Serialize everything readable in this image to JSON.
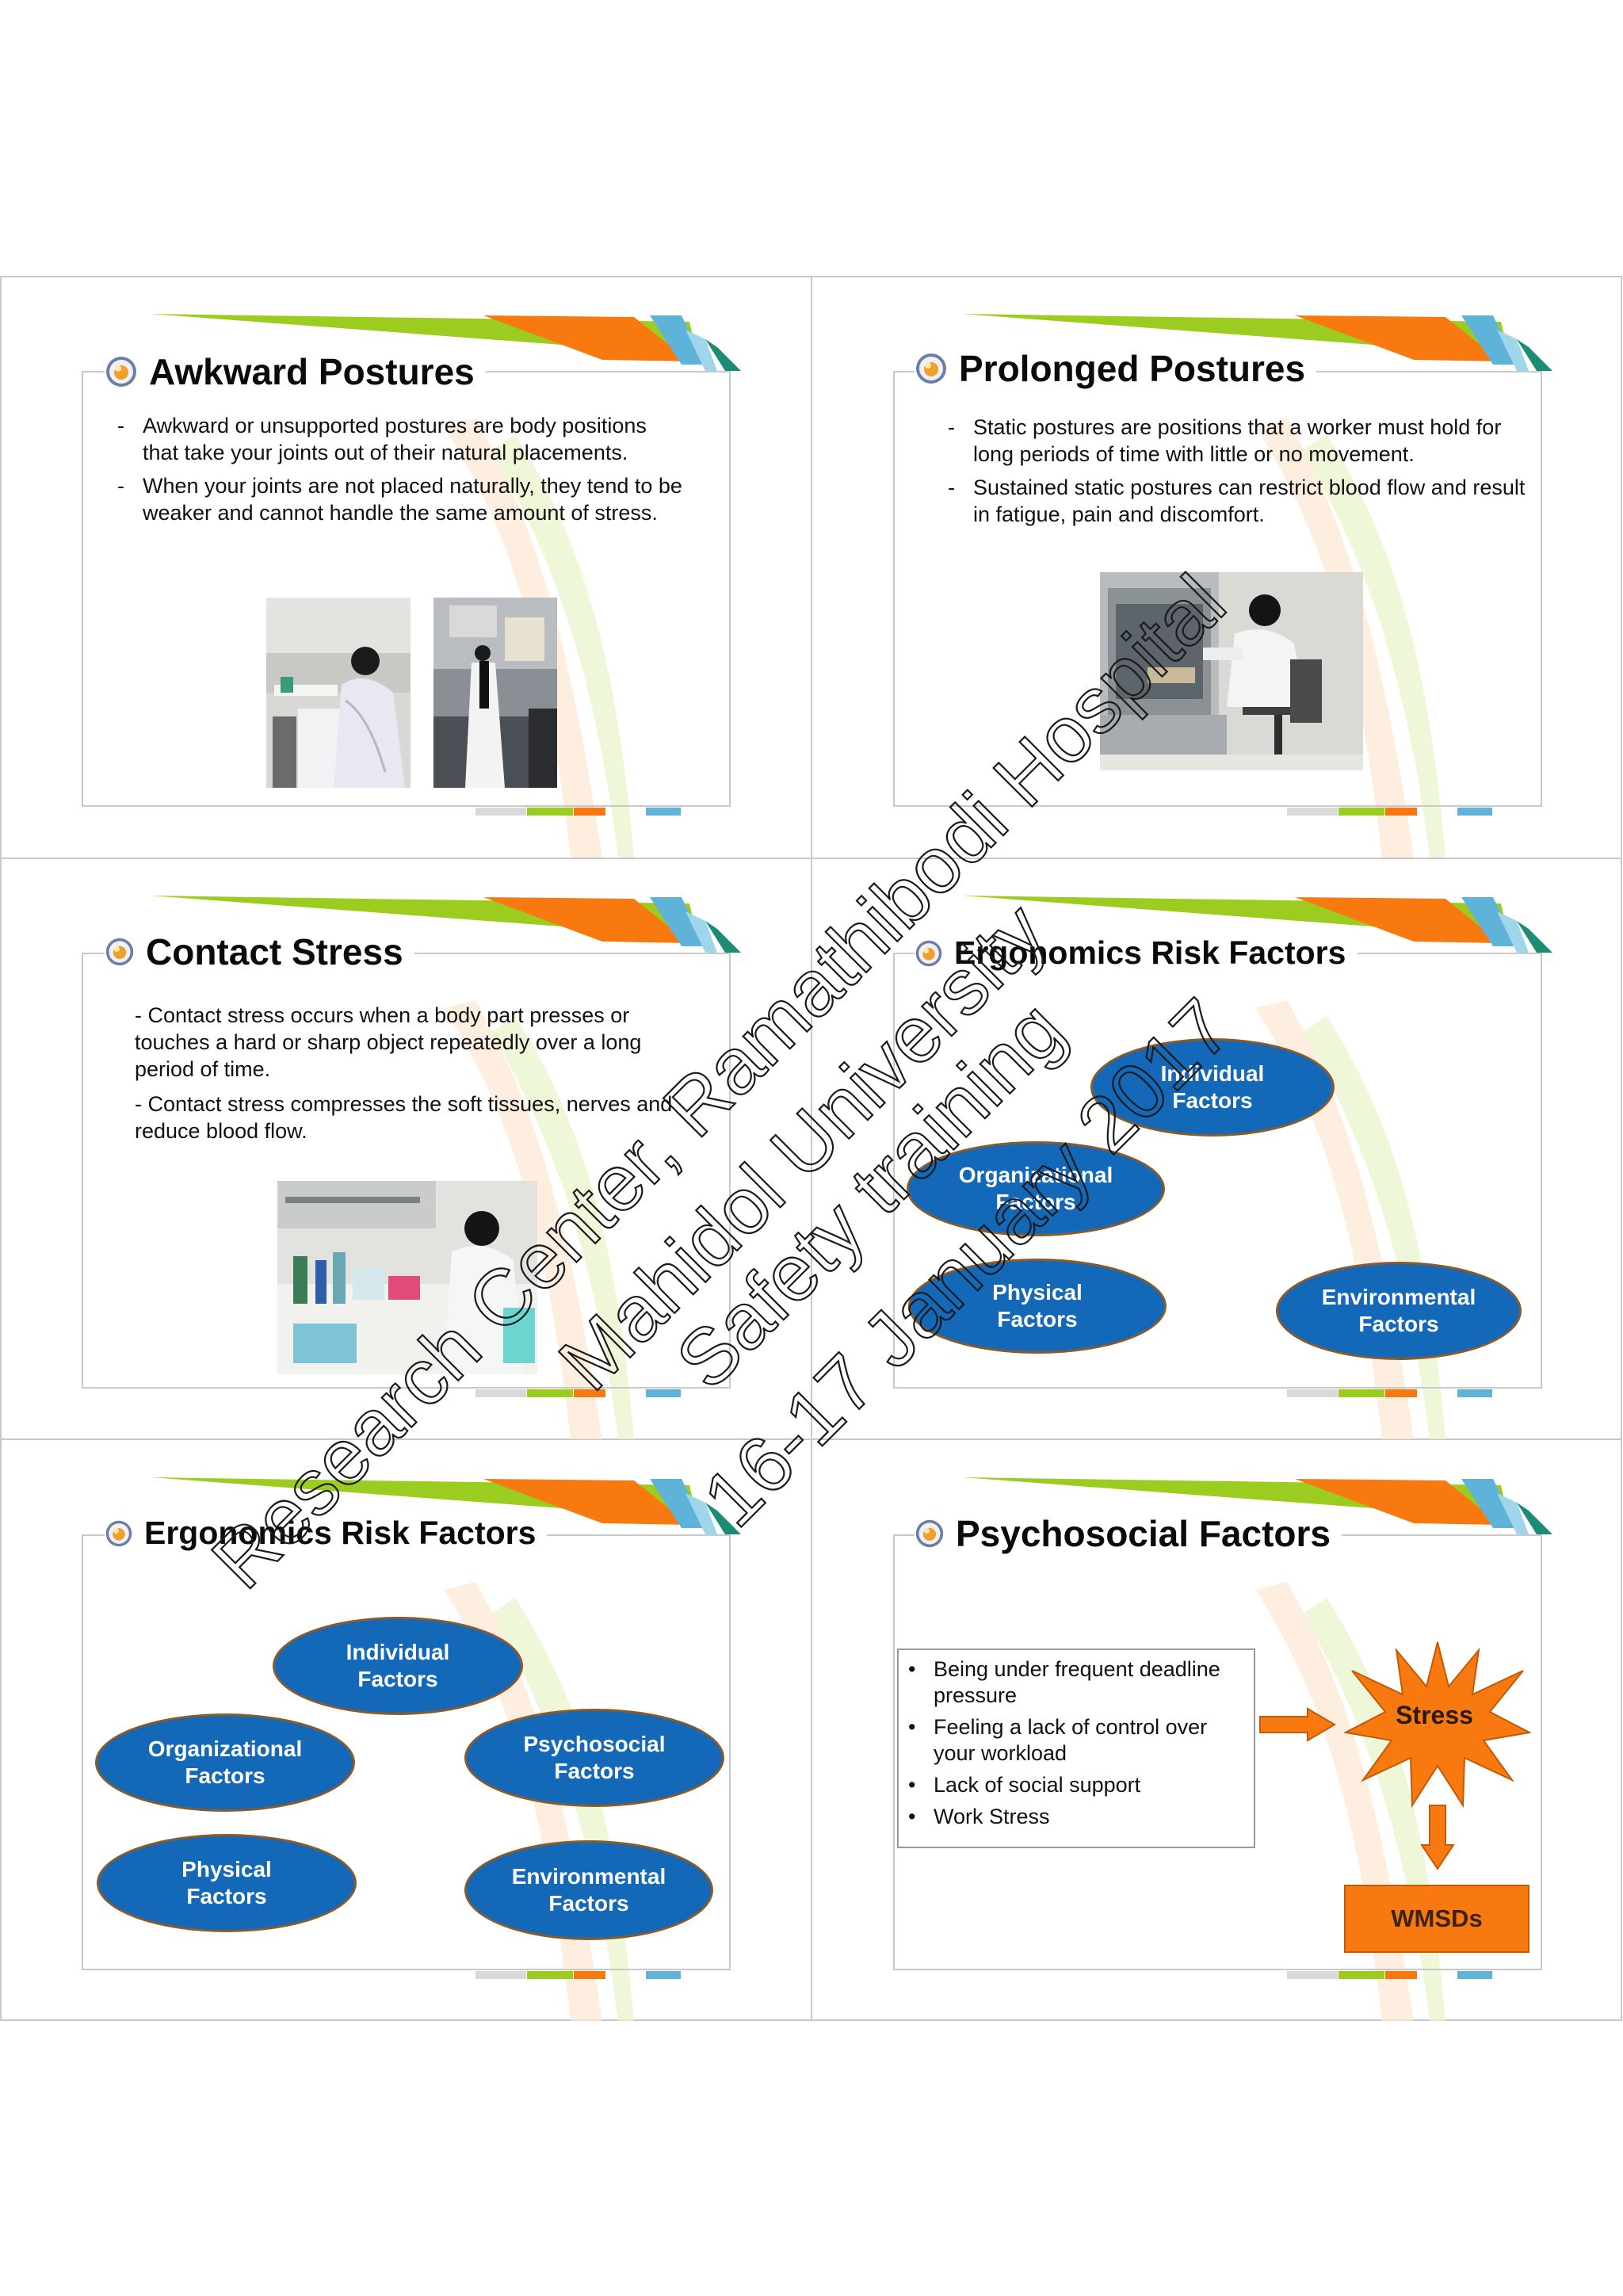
{
  "slides": {
    "awkward": {
      "title": "Awkward Postures",
      "bullets": [
        {
          "mark": "-",
          "text": "Awkward  or unsupported postures are body positions that take your joints out of their natural placements."
        },
        {
          "mark": "-",
          "text": "When your joints are not placed naturally, they tend to be weaker and cannot handle the same amount of stress."
        }
      ]
    },
    "prolonged": {
      "title": "Prolonged Postures",
      "bullets": [
        {
          "mark": "-",
          "text": "Static postures are positions that a worker must hold for long periods of time with little or  no movement."
        },
        {
          "mark": "-",
          "text": "Sustained static postures can restrict blood flow and result in fatigue, pain and discomfort."
        }
      ]
    },
    "contact": {
      "title": "Contact Stress",
      "paragraphs": [
        "- Contact stress occurs when a body part presses or touches a hard or sharp object repeatedly over a long period of time.",
        "- Contact stress compresses the soft tissues, nerves and reduce blood flow."
      ]
    },
    "ergo1": {
      "title": "Ergonomics Risk Factors",
      "ovals": {
        "individual": [
          "Individual",
          "Factors"
        ],
        "organizational": [
          "Organizational",
          "Factors"
        ],
        "physical": [
          "Physical",
          "Factors"
        ],
        "environmental": [
          "Environmental",
          "Factors"
        ]
      }
    },
    "ergo2": {
      "title": "Ergonomics Risk Factors",
      "ovals": {
        "individual": [
          "Individual",
          "Factors"
        ],
        "organizational": [
          "Organizational",
          "Factors"
        ],
        "psychosocial": [
          "Psychosocial",
          "Factors"
        ],
        "physical": [
          "Physical",
          "Factors"
        ],
        "environmental": [
          "Environmental",
          "Factors"
        ]
      }
    },
    "psycho": {
      "title": "Psychosocial Factors",
      "bullets": [
        "Being under frequent deadline pressure",
        "Feeling a lack of control over your workload",
        "Lack of social support",
        "Work Stress"
      ],
      "stress_label": "Stress",
      "outcome_label": "WMSDs"
    }
  },
  "watermark": {
    "lines": [
      "Research Center, Ramathibodi Hospital",
      "Mahidol University",
      "Safety training",
      "16-17 January 2017"
    ]
  },
  "colors": {
    "oval_fill": "#1468b8",
    "accent_orange": "#f7790f",
    "accent_green": "#9ccc1f",
    "accent_blue": "#5fb3d9",
    "accent_teal": "#1d8c74"
  },
  "icons": {
    "title_bullet": "orb-icon",
    "arrow_right": "arrow-right-icon",
    "arrow_down": "arrow-down-icon",
    "stress_burst": "starburst-icon"
  }
}
